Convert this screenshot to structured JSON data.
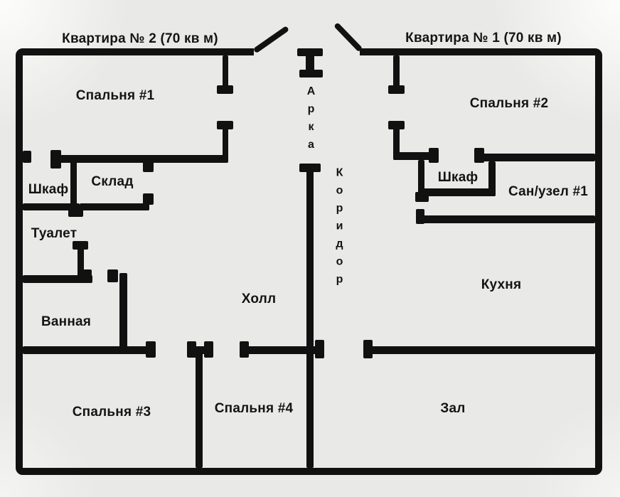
{
  "page": {
    "background_color": "#e9e9e7",
    "wall_color": "#111111",
    "text_color": "#141414"
  },
  "titles": {
    "apt2": "Квартира № 2 (70 кв м)",
    "apt1": "Квартира № 1 (70 кв м)"
  },
  "rooms": {
    "apt2": {
      "bedroom1": "Спальня #1",
      "closet": "Шкаф",
      "storage": "Склад",
      "toilet": "Туалет",
      "bathroom": "Ванная",
      "hall": "Холл",
      "bedroom3": "Спальня #3",
      "bedroom4": "Спальня #4"
    },
    "apt1": {
      "bedroom2": "Спальня #2",
      "closet": "Шкаф",
      "san_unit": "Сан/узел #1",
      "kitchen": "Кухня",
      "living_room": "Зал"
    },
    "shared": {
      "arch": "Арка",
      "corridor": "Коридор"
    }
  }
}
